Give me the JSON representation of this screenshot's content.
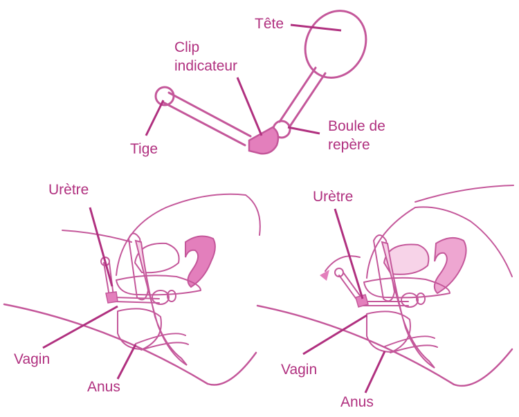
{
  "colors": {
    "label": "#b0307f",
    "outline": "#c4579a",
    "thin": "#cf7eb1",
    "fill_dark": "#e37fbc",
    "fill_mid": "#eea6d1",
    "fill_light": "#f7d3e8",
    "background": "#ffffff"
  },
  "device": {
    "labels": {
      "head": "Tête",
      "clip_line1": "Clip",
      "clip_line2": "indicateur",
      "stem": "Tige",
      "ball_line1": "Boule de",
      "ball_line2": "repère"
    }
  },
  "left_view": {
    "labels": {
      "urethra": "Urètre",
      "vagina": "Vagin",
      "anus": "Anus"
    }
  },
  "right_view": {
    "labels": {
      "urethra": "Urètre",
      "vagina": "Vagin",
      "anus": "Anus"
    }
  }
}
